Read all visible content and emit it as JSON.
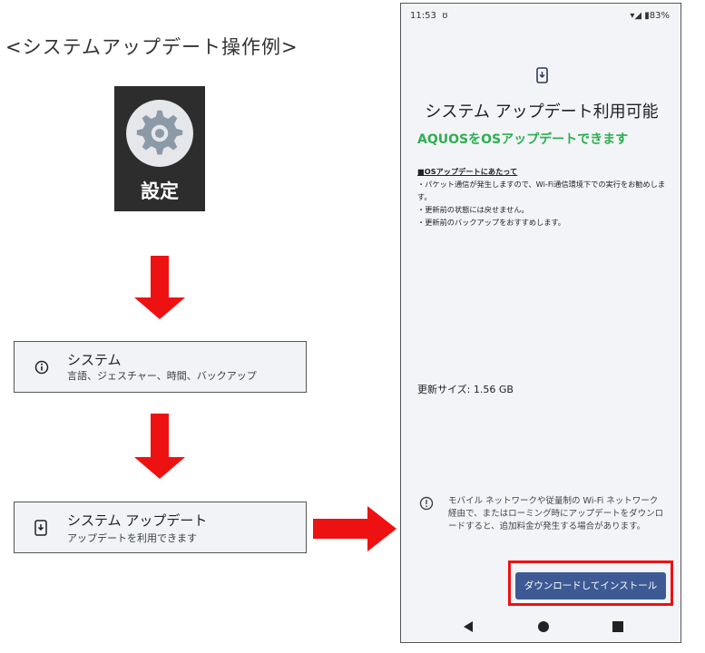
{
  "heading": "<システムアップデート操作例>",
  "settings_tile": {
    "label": "設定",
    "icon": "gear-icon"
  },
  "system_card": {
    "title": "システム",
    "subtitle": "言語、ジェスチャー、時間、バックアップ",
    "icon": "info-icon"
  },
  "update_card": {
    "title": "システム アップデート",
    "subtitle": "アップデートを利用できます",
    "icon": "system-update-icon"
  },
  "phone": {
    "status": {
      "time": "11:53",
      "carrier_glyph": "ʊ",
      "battery": "83%"
    },
    "title": "システム アップデート利用可能",
    "subtitle": "AQUOSをOSアップデートできます",
    "notes": {
      "heading": "■OSアップデートにあたって",
      "lines": [
        "・パケット通信が発生しますので、Wi-Fi通信環境下での実行をお勧めします。",
        "・更新前の状態には戻せません。",
        "・更新前のバックアップをおすすめします。"
      ]
    },
    "update_size": "更新サイズ: 1.56 GB",
    "warning": "モバイル ネットワークや従量制の Wi-Fi ネットワーク経由で、またはローミング時にアップデートをダウンロードすると、追加料金が発生する場合があります。",
    "download_button": "ダウンロードしてインストール"
  },
  "colors": {
    "arrow": "#ee1111",
    "accent_green": "#2bb04f",
    "button_blue": "#3d5a95"
  }
}
